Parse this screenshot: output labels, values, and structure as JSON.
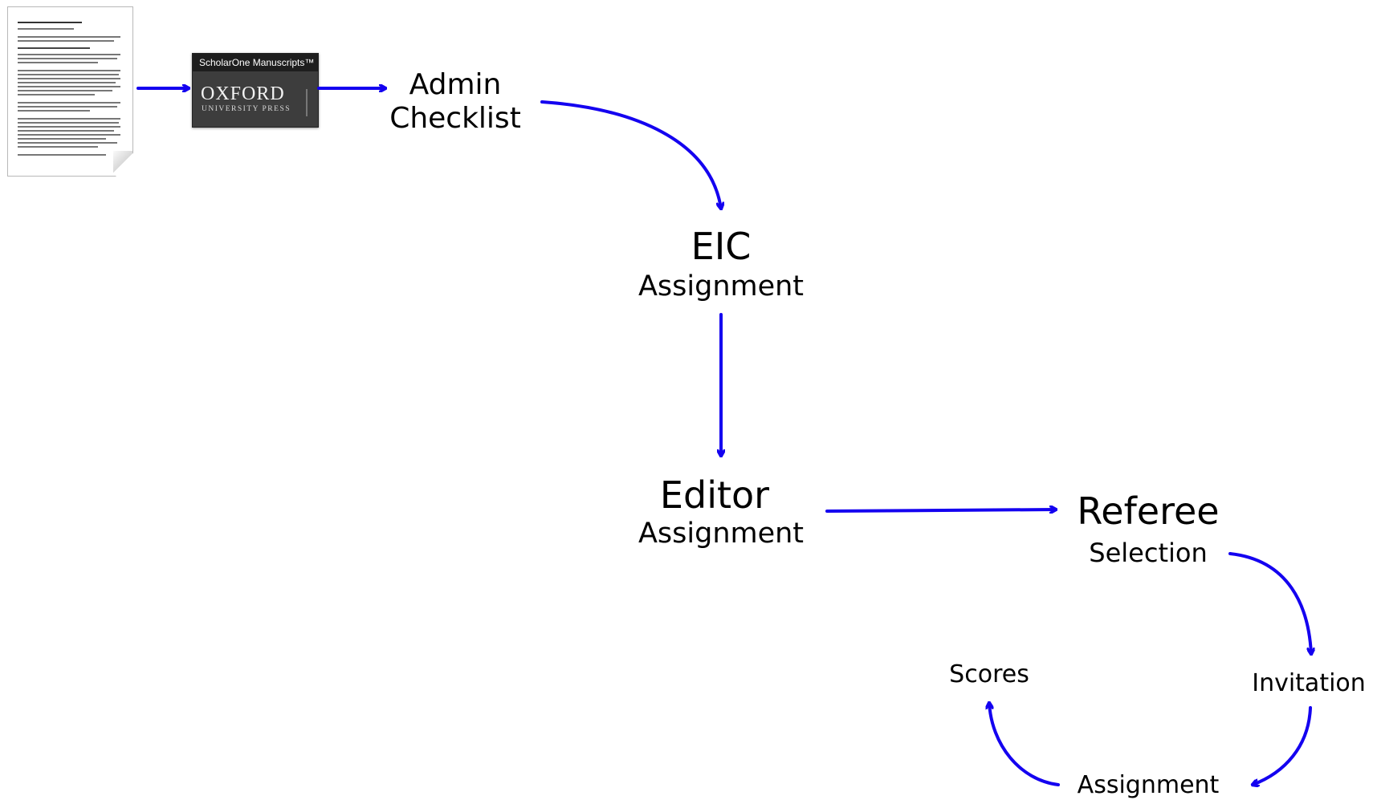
{
  "logo": {
    "banner": "ScholarOne Manuscripts™",
    "name": "OXFORD",
    "subname": "UNIVERSITY PRESS"
  },
  "nodes": {
    "admin": {
      "line1": "Admin",
      "line2": "Checklist"
    },
    "eic": {
      "line1": "EIC",
      "line2": "Assignment"
    },
    "editor": {
      "line1": "Editor",
      "line2": "Assignment"
    },
    "referee": {
      "line1": "Referee",
      "line2": "Selection"
    },
    "invitation": {
      "label": "Invitation"
    },
    "assignment": {
      "label": "Assignment"
    },
    "scores": {
      "label": "Scores"
    }
  },
  "colors": {
    "arrow": "#1400f0"
  },
  "icons": {
    "document": "document-icon",
    "logo": "oxford-university-press-logo"
  }
}
